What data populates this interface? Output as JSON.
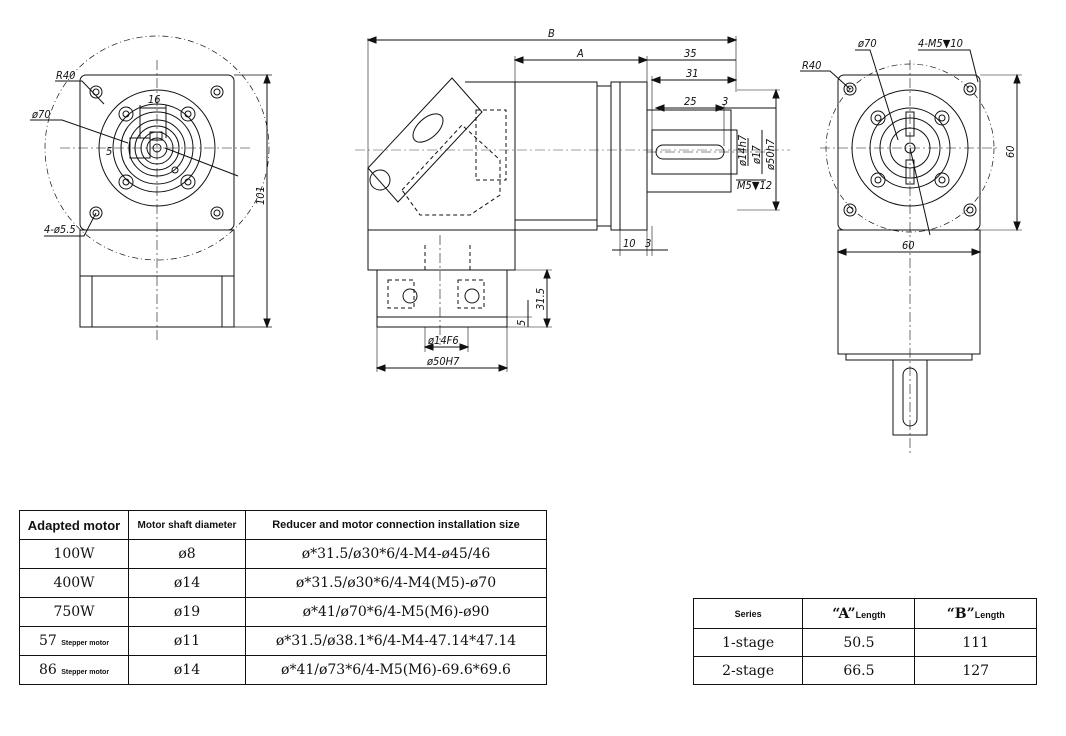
{
  "front_view": {
    "radius": "R40",
    "diameter": "ø70",
    "key": "16",
    "key_small": "5",
    "holes": "4-ø5.5",
    "height": "101"
  },
  "side_view": {
    "B": "B",
    "A": "A",
    "len_35": "35",
    "len_31": "31",
    "len_25": "25",
    "len_3a": "3",
    "shaft_d": "ø14h7",
    "d17": "ø17",
    "d50": "ø50h7",
    "thread": "M5▼12",
    "len_10": "10",
    "len_3b": "3",
    "len_315": "31.5",
    "len_5": "5",
    "d14f6": "ø14F6",
    "d50h7": "ø50H7"
  },
  "right_view": {
    "d70": "ø70",
    "holes": "4-M5▼10",
    "radius": "R40",
    "size_60v": "60",
    "size_60h": "60"
  },
  "motor_table": {
    "headers": [
      "Adapted motor",
      "Motor shaft diameter",
      "Reducer and motor connection installation size"
    ],
    "rows": [
      {
        "motor": "100W",
        "motor_suffix": "",
        "shaft": "ø8",
        "size": "ø*31.5/ø30*6/4-M4-ø45/46"
      },
      {
        "motor": "400W",
        "motor_suffix": "",
        "shaft": "ø14",
        "size": "ø*31.5/ø30*6/4-M4(M5)-ø70"
      },
      {
        "motor": "750W",
        "motor_suffix": "",
        "shaft": "ø19",
        "size": "ø*41/ø70*6/4-M5(M6)-ø90"
      },
      {
        "motor": "57",
        "motor_suffix": "Stepper motor",
        "shaft": "ø11",
        "size": "ø*31.5/ø38.1*6/4-M4-47.14*47.14"
      },
      {
        "motor": "86",
        "motor_suffix": "Stepper motor",
        "shaft": "ø14",
        "size": "ø*41/ø73*6/4-M5(M6)-69.6*69.6"
      }
    ]
  },
  "series_table": {
    "headers": {
      "series": "Series",
      "a_quote": "“A”",
      "a_suffix": "Length",
      "b_quote": "“B”",
      "b_suffix": "Length"
    },
    "rows": [
      {
        "series": "1-stage",
        "a": "50.5",
        "b": "111"
      },
      {
        "series": "2-stage",
        "a": "66.5",
        "b": "127"
      }
    ]
  }
}
